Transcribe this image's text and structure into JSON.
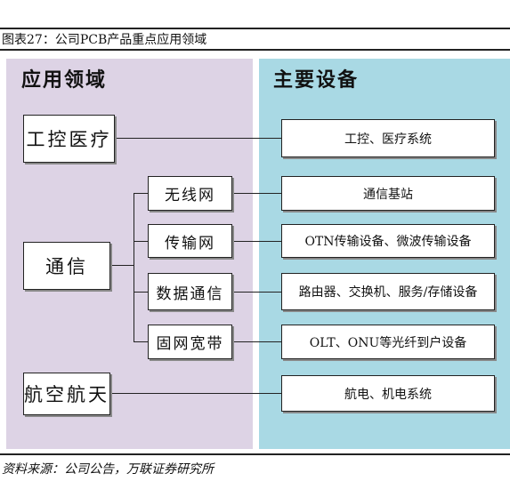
{
  "figure_title": "图表27：公司PCB产品重点应用领域",
  "left_header": "应用领域",
  "right_header": "主要设备",
  "domains": {
    "industrial_medical": "工控医疗",
    "communication": "通信",
    "aerospace": "航空航天"
  },
  "sub_domains": [
    "无线网",
    "传输网",
    "数据通信",
    "固网宽带"
  ],
  "equipment": {
    "industrial_medical": "工控、医疗系统",
    "wireless": "通信基站",
    "transmission": "OTN传输设备、微波传输设备",
    "data_comm": "路由器、交换机、服务/存储设备",
    "broadband": "OLT、ONU等光纤到户设备",
    "aerospace": "航电、机电系统"
  },
  "source": "资料来源：公司公告，万联证券研究所"
}
